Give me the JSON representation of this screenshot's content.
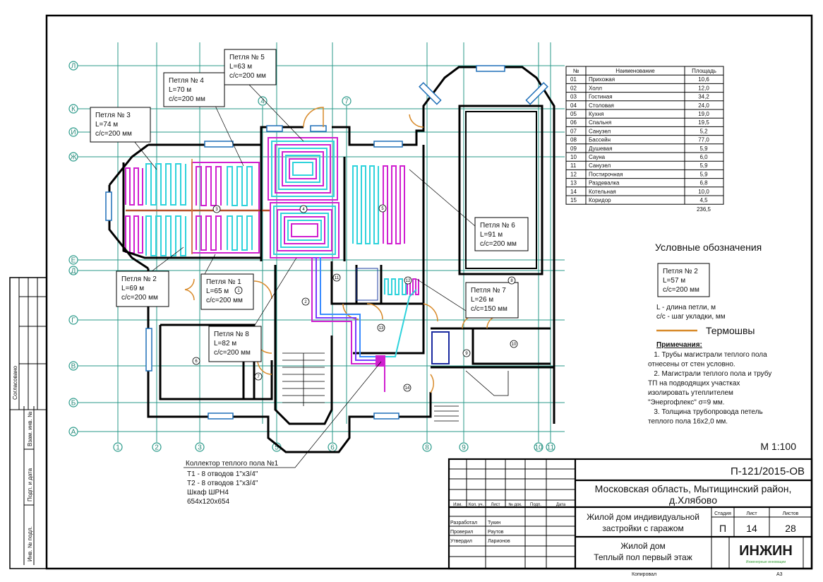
{
  "colors": {
    "axis": "#2a9a8a",
    "loop_a": "#2fd3dc",
    "loop_b": "#d020d0",
    "thermal_joint": "#d88a2a",
    "supply": "#7a3cff"
  },
  "axes": {
    "rows": [
      "Л",
      "К",
      "И",
      "Ж",
      "Е",
      "Д",
      "Г",
      "В",
      "Б",
      "А"
    ],
    "columns": [
      "1",
      "2",
      "3",
      "4",
      "5",
      "6",
      "7",
      "8",
      "9",
      "10",
      "11"
    ]
  },
  "loops": [
    {
      "name": "Петля № 1",
      "length": "L=65 м",
      "spacing": "с/с=200 мм"
    },
    {
      "name": "Петля № 2",
      "length": "L=69 м",
      "spacing": "с/с=200 мм"
    },
    {
      "name": "Петля № 3",
      "length": "L=74 м",
      "spacing": "с/с=200 мм"
    },
    {
      "name": "Петля № 4",
      "length": "L=70 м",
      "spacing": "с/с=200 мм"
    },
    {
      "name": "Петля № 5",
      "length": "L=63 м",
      "spacing": "с/с=200 мм"
    },
    {
      "name": "Петля № 6",
      "length": "L=91 м",
      "spacing": "с/с=200 мм"
    },
    {
      "name": "Петля № 7",
      "length": "L=26 м",
      "spacing": "с/с=150 мм"
    },
    {
      "name": "Петля № 8",
      "length": "L=82 м",
      "spacing": "с/с=200 мм"
    }
  ],
  "room_marks": [
    "1",
    "2",
    "3",
    "4",
    "5",
    "6",
    "7",
    "8",
    "9",
    "10",
    "11",
    "12",
    "13",
    "14"
  ],
  "collector": {
    "title": "Коллектор теплого пола №1",
    "lines": [
      "Т1 - 8 отводов 1\"х3/4\"",
      "Т2 - 8 отводов 1\"х3/4\"",
      "Шкаф ШРН4",
      "654х120х654"
    ]
  },
  "rooms_table": {
    "headers": [
      "№",
      "Наименование",
      "Площадь"
    ],
    "rows": [
      [
        "01",
        "Прихожая",
        "10,6"
      ],
      [
        "02",
        "Холл",
        "12,0"
      ],
      [
        "03",
        "Гостиная",
        "34,2"
      ],
      [
        "04",
        "Столовая",
        "24,0"
      ],
      [
        "05",
        "Кухня",
        "19,0"
      ],
      [
        "06",
        "Спальня",
        "19,5"
      ],
      [
        "07",
        "Санузел",
        "5,2"
      ],
      [
        "08",
        "Бассейн",
        "77,0"
      ],
      [
        "09",
        "Душевая",
        "5,9"
      ],
      [
        "10",
        "Сауна",
        "6,0"
      ],
      [
        "11",
        "Санузел",
        "5,9"
      ],
      [
        "12",
        "Постирочная",
        "5,9"
      ],
      [
        "13",
        "Раздевалка",
        "6,8"
      ],
      [
        "14",
        "Котельная",
        "10,0"
      ],
      [
        "15",
        "Коридор",
        "4,5"
      ]
    ],
    "total": "236,5"
  },
  "legend": {
    "title": "Условные обозначения",
    "sample": {
      "name": "Петля № 2",
      "length": "L=57 м",
      "spacing": "с/с=200 мм"
    },
    "explain_1": "L - длина петли, м",
    "explain_2": "с/с - шаг укладки, мм",
    "thermal_joint": "Термошвы"
  },
  "notes": {
    "title": "Примечания:",
    "lines": [
      "   1. Трубы магистрали теплого пола",
      "отнесены от стен условно.",
      "   2. Магистрали теплого пола и трубу",
      "ТП на подводящих участках",
      "изолировать утеплителем",
      "\"Энергофлекс\" σ=9 мм.",
      "   3. Толщина трубопровода петель",
      "теплого пола 16х2,0 мм."
    ]
  },
  "scale": "М 1:100",
  "stamp": {
    "agreed": "Согласовано",
    "inv_replace": "Взам. инв. №",
    "sign_date": "Подп. и дата",
    "inv_orig": "Инв. № подл."
  },
  "title_block": {
    "code": "П-121/2015-ОВ",
    "address_1": "Московская область, Мытищинский район,",
    "address_2": "д.Хлябово",
    "project_1": "Жилой дом индивидуальной",
    "project_2": "застройки с гаражом",
    "sheet_1": "Жилой дом",
    "sheet_2": "Теплый пол первый  этаж",
    "headers": [
      "Изм.",
      "Кол. уч.",
      "Лист",
      "№ док.",
      "Подп.",
      "Дата"
    ],
    "stage_label": "Стадия",
    "sheet_label": "Лист",
    "sheets_label": "Листов",
    "stage": "П",
    "sheet": "14",
    "sheets": "28",
    "roles": [
      [
        "Разработал",
        "Тукин"
      ],
      [
        "Проверил",
        "Раутов"
      ],
      [
        "Утвердил",
        "Ларионов"
      ]
    ],
    "logo": "ИНЖИН",
    "logo_sub": "Инженерные инновации",
    "copied": "Копировал",
    "format": "А3"
  }
}
